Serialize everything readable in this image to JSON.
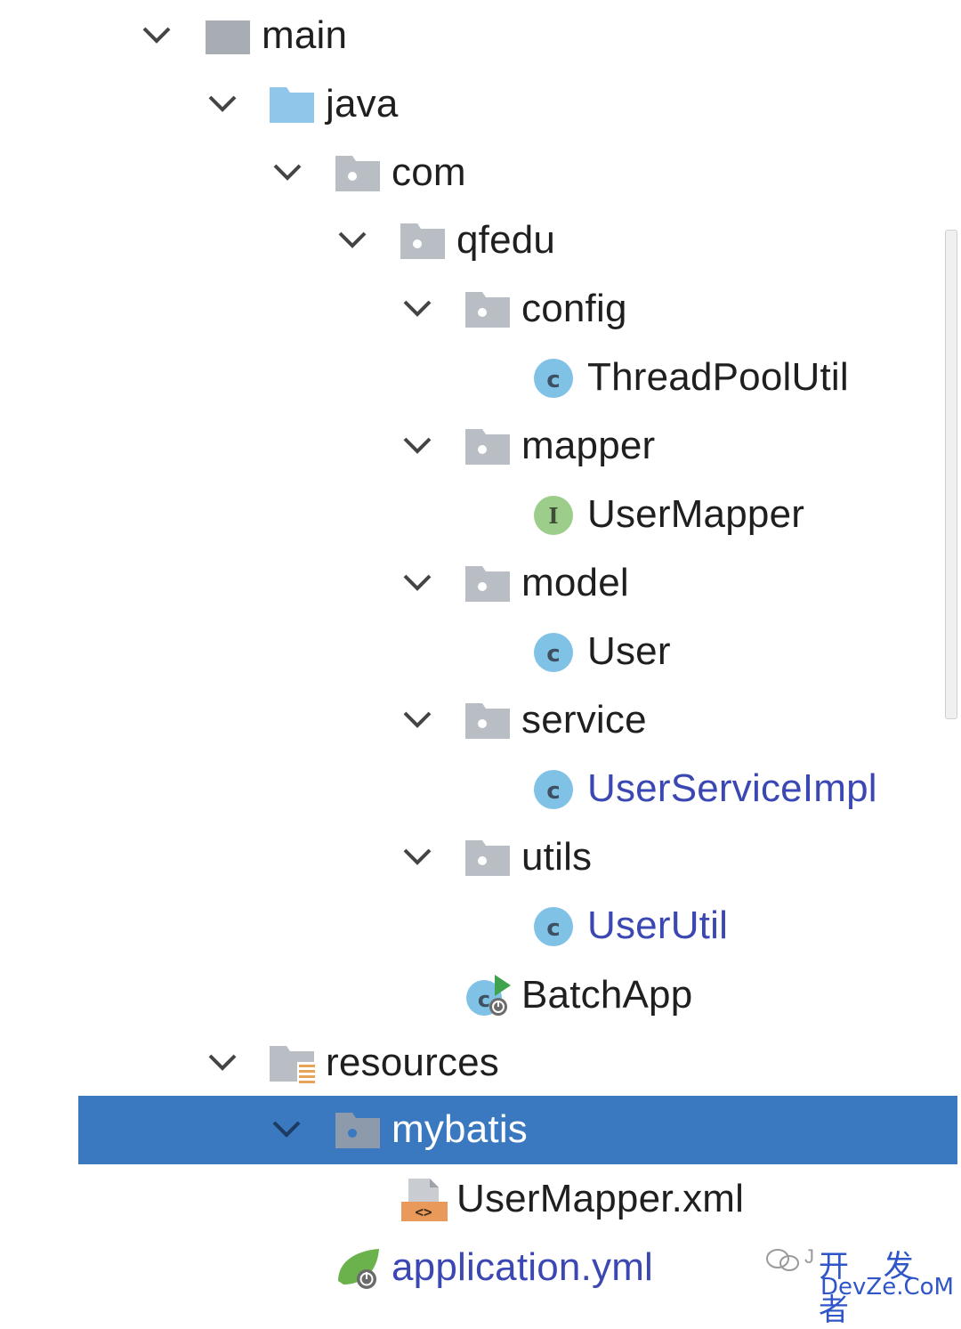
{
  "tree": {
    "items": [
      {
        "label": "main",
        "icon": "module-folder-icon"
      },
      {
        "label": "java",
        "icon": "source-folder-icon"
      },
      {
        "label": "com",
        "icon": "package-icon"
      },
      {
        "label": "qfedu",
        "icon": "package-icon"
      },
      {
        "label": "config",
        "icon": "package-icon"
      },
      {
        "label": "ThreadPoolUtil",
        "icon": "class-icon"
      },
      {
        "label": "mapper",
        "icon": "package-icon"
      },
      {
        "label": "UserMapper",
        "icon": "interface-icon"
      },
      {
        "label": "model",
        "icon": "package-icon"
      },
      {
        "label": "User",
        "icon": "class-icon"
      },
      {
        "label": "service",
        "icon": "package-icon"
      },
      {
        "label": "UserServiceImpl",
        "icon": "class-icon"
      },
      {
        "label": "utils",
        "icon": "package-icon"
      },
      {
        "label": "UserUtil",
        "icon": "class-icon"
      },
      {
        "label": "BatchApp",
        "icon": "spring-boot-app-icon"
      },
      {
        "label": "resources",
        "icon": "resources-folder-icon"
      },
      {
        "label": "mybatis",
        "icon": "package-icon",
        "selected": true
      },
      {
        "label": "UserMapper.xml",
        "icon": "xml-file-icon"
      },
      {
        "label": "application.yml",
        "icon": "spring-config-icon"
      }
    ]
  },
  "watermark": {
    "line1": "开 发 者",
    "line2": "DevZe.CoM",
    "prefix": "J"
  },
  "colors": {
    "selection": "#3a79c0",
    "modified_text": "#3b47b3",
    "class_icon": "#7fc2e6",
    "interface_icon": "#9ccd8a",
    "folder": "#b9bec4",
    "source_folder": "#8fc6ea"
  }
}
